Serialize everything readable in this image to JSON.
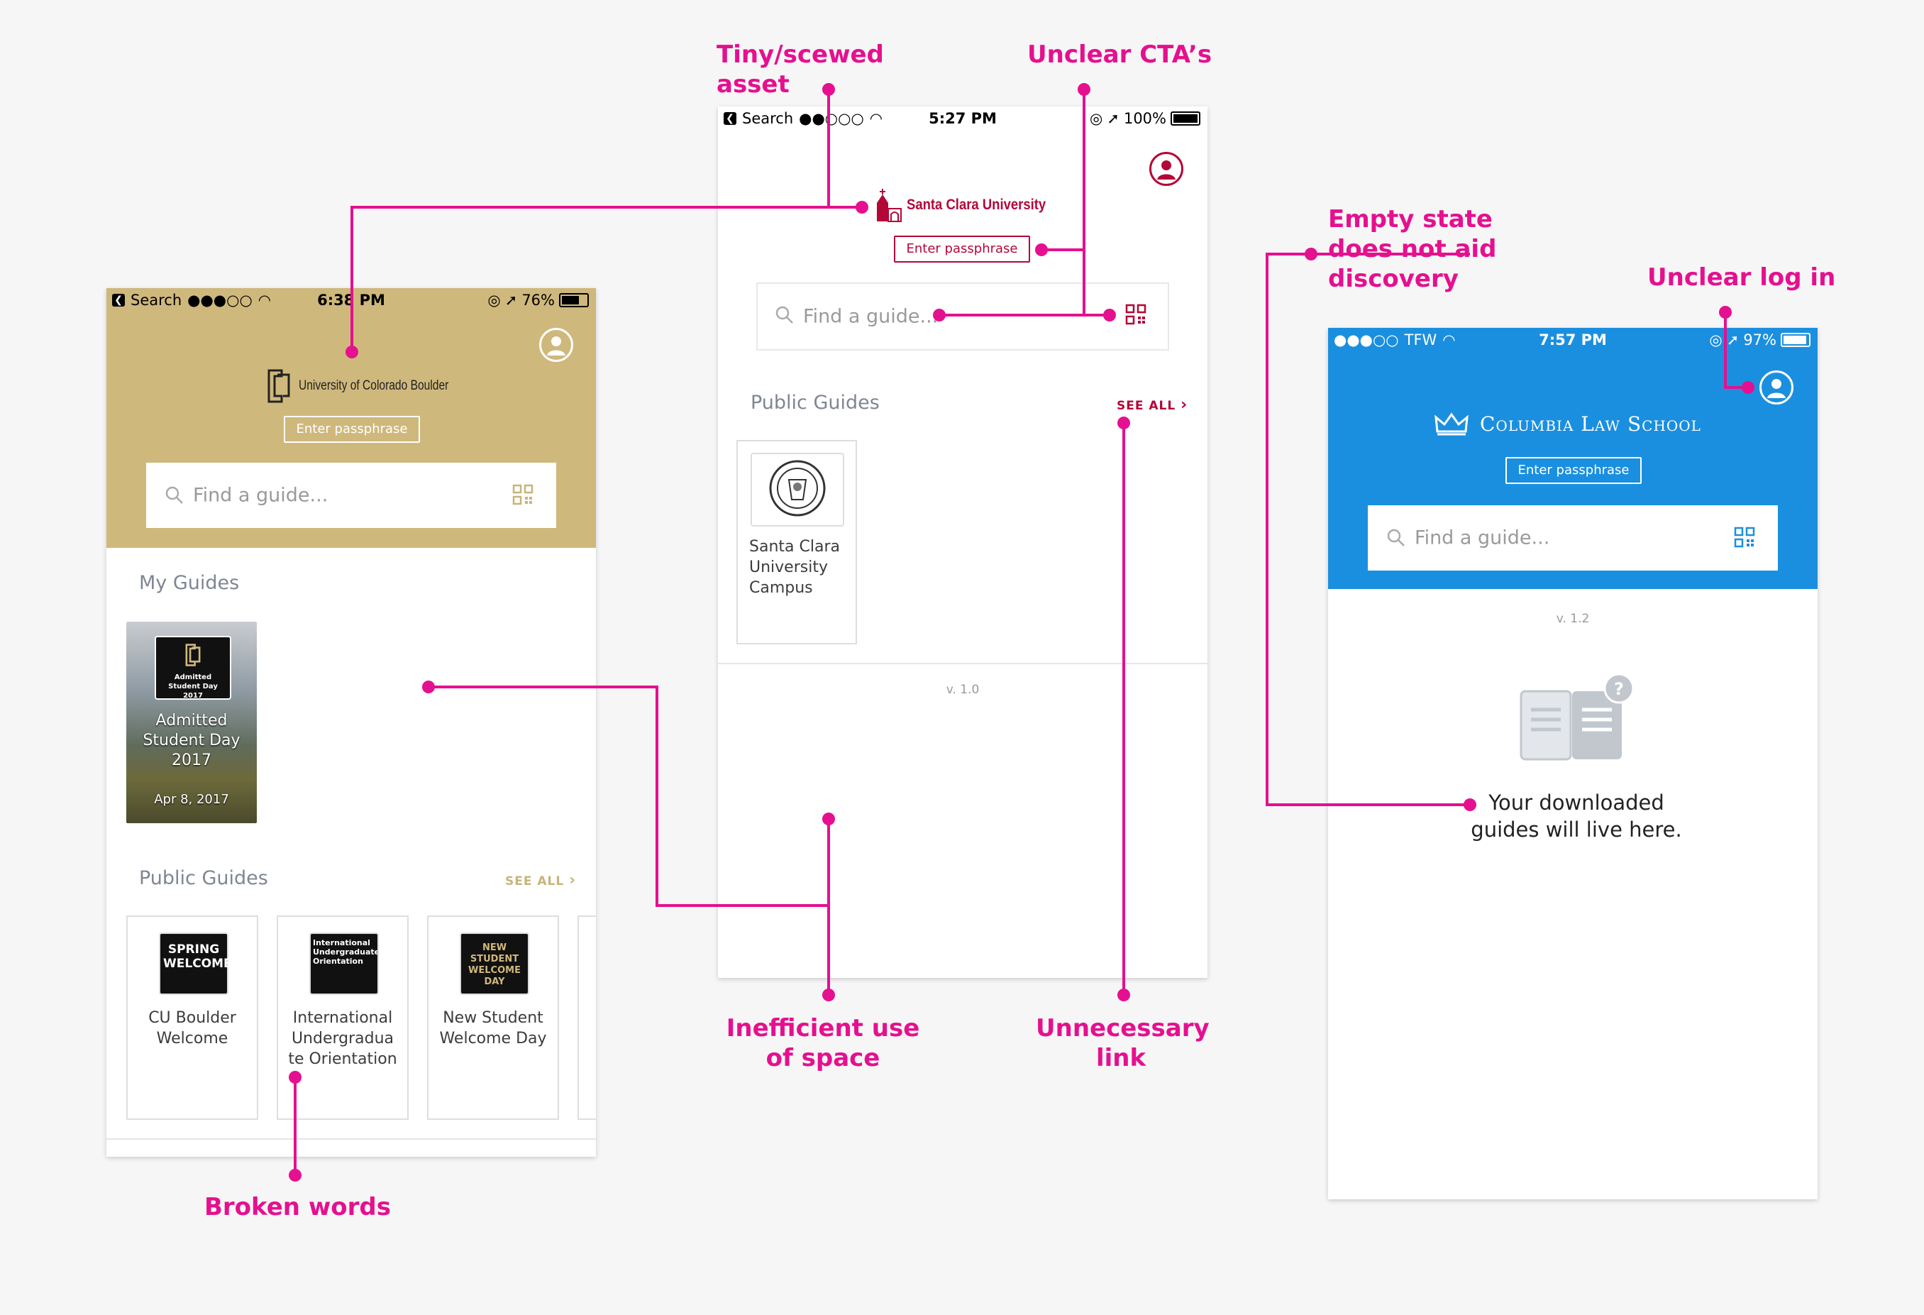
{
  "colors": {
    "annotation": "#e5108f",
    "cu_gold": "#cfb87c",
    "scu_red": "#b30738",
    "columbia_blue": "#1b8fdf"
  },
  "cu_phone": {
    "status": {
      "left": "Search",
      "time": "6:38 PM",
      "battery": "76%"
    },
    "logo_text": "University of Colorado Boulder",
    "passphrase_label": "Enter passphrase",
    "search_placeholder": "Find a guide...",
    "my_guides_title": "My Guides",
    "featured": {
      "badge": "Admitted Student Day 2017",
      "title": "Admitted Student Day 2017",
      "date": "Apr 8, 2017"
    },
    "public_guides_title": "Public Guides",
    "see_all": "SEE ALL",
    "guides": [
      {
        "title": "CU Boulder Welcome",
        "badge": "SPRING WELCOME"
      },
      {
        "title": "International Undergradua te Orientation",
        "badge": "International Undergraduate Orientation"
      },
      {
        "title": "New Student Welcome Day",
        "badge": "NEW STUDENT WELCOME DAY"
      }
    ]
  },
  "scu_phone": {
    "status": {
      "left": "Search",
      "time": "5:27 PM",
      "battery": "100%"
    },
    "logo_text": "Santa Clara University",
    "passphrase_label": "Enter passphrase",
    "search_placeholder": "Find a guide...",
    "public_guides_title": "Public Guides",
    "see_all": "SEE ALL",
    "guides": [
      {
        "title": "Santa Clara University Campus"
      }
    ],
    "version": "v. 1.0"
  },
  "columbia_phone": {
    "status": {
      "left": "TFW",
      "time": "7:57 PM",
      "battery": "97%"
    },
    "logo_text": "Columbia Law School",
    "passphrase_label": "Enter passphrase",
    "search_placeholder": "Find a guide...",
    "version": "v. 1.2",
    "empty_state_text": "Your downloaded guides will live here."
  },
  "annotations": {
    "tiny_asset": "Tiny/scewed asset",
    "unclear_cta": "Unclear CTA’s",
    "empty_state": "Empty state does not aid discovery",
    "unclear_login": "Unclear log in",
    "inefficient_space": "Inefficient use of space",
    "unnecessary_link": "Unnecessary link",
    "broken_words": "Broken words"
  }
}
